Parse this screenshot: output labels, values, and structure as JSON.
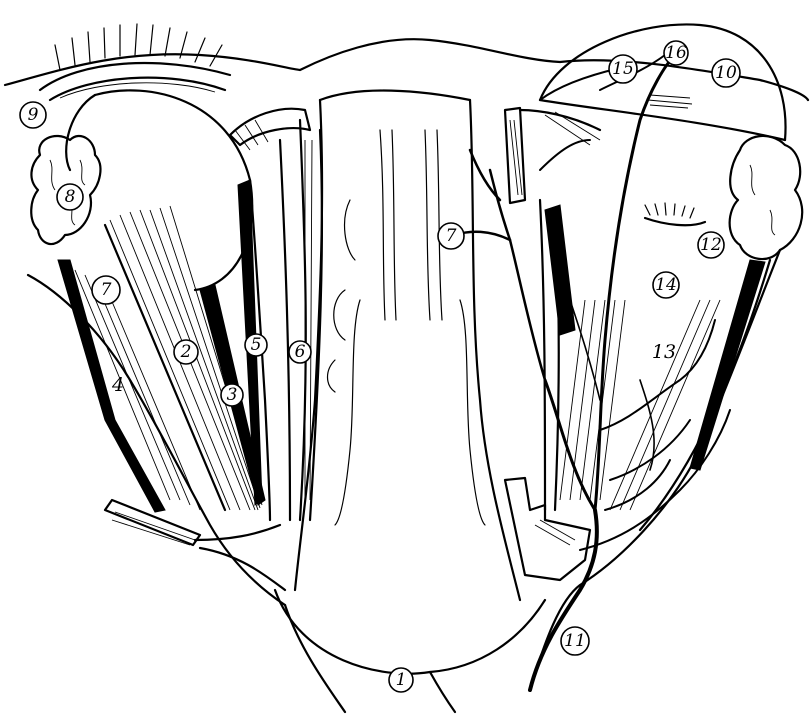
{
  "labels": {
    "l1": "1",
    "l2": "2",
    "l3": "3",
    "l4": "4",
    "l5": "5",
    "l6": "6",
    "l7_left": "7",
    "l7_center": "7",
    "l8": "8",
    "l9": "9",
    "l10": "10",
    "l11": "11",
    "l12": "12",
    "l13": "13",
    "l14": "14",
    "l15": "15",
    "l16": "16"
  },
  "colors": {
    "ink": "#000000",
    "paper": "#ffffff"
  }
}
